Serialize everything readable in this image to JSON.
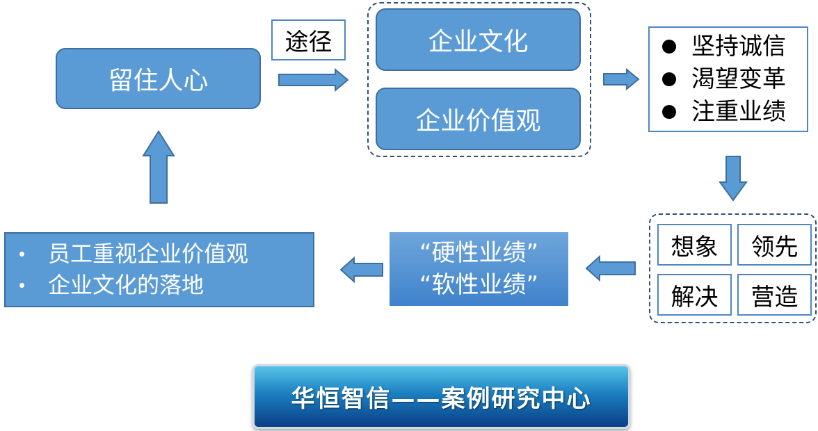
{
  "retain": {
    "label": "留住人心"
  },
  "means": {
    "label": "途径"
  },
  "culture_group": {
    "culture": "企业文化",
    "values": "企业价值观"
  },
  "traits": {
    "items": [
      "坚持诚信",
      "渴望变革",
      "注重业绩"
    ]
  },
  "abilities": {
    "cells": [
      "想象",
      "领先",
      "解决",
      "营造"
    ]
  },
  "performance": {
    "line1": "“硬性业绩”",
    "line2": "“软性业绩”"
  },
  "landing": {
    "items": [
      "员工重视企业价值观",
      "企业文化的落地"
    ]
  },
  "footer": {
    "banner": "华恒智信——案例研究中心"
  },
  "colors": {
    "box_fill": "#5b9bd5",
    "box_border": "#3d6f9e",
    "outline_blue": "#4f86bf",
    "banner_dark": "#0a3f86"
  }
}
